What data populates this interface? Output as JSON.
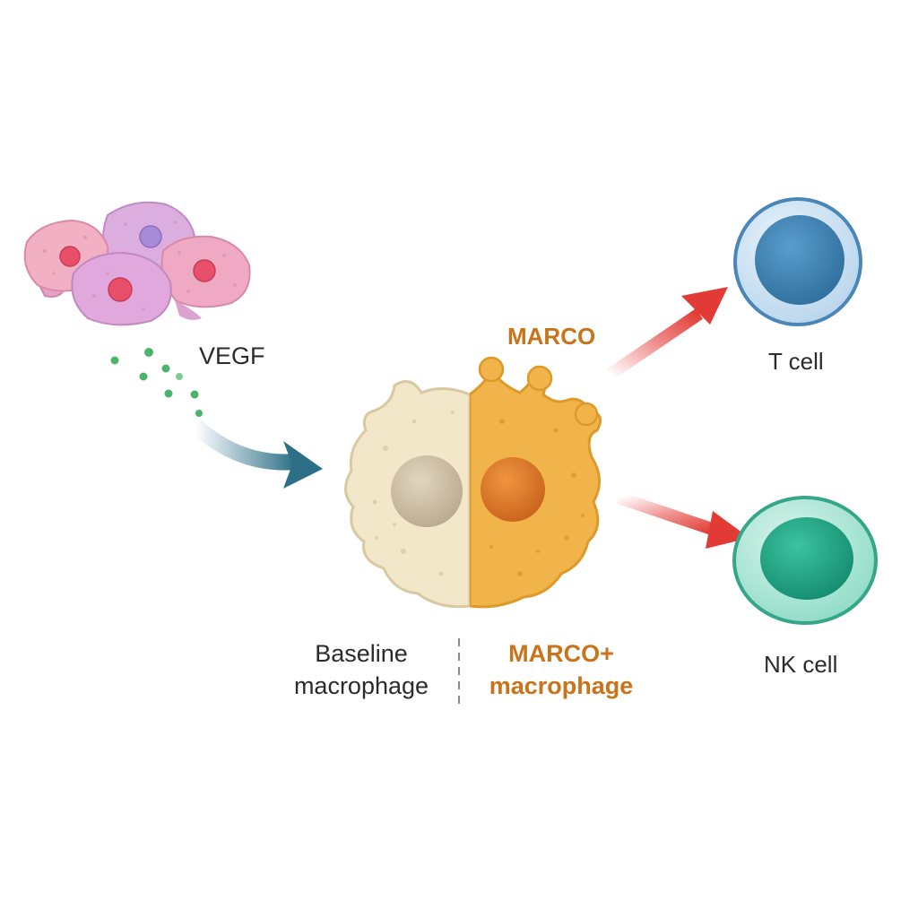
{
  "labels": {
    "vegf": "VEGF",
    "marco": "MARCO",
    "t_cell": "T cell",
    "nk_cell": "NK cell",
    "baseline_line1": "Baseline",
    "baseline_line2": "macrophage",
    "marco_plus_line1": "MARCO+",
    "marco_plus_line2": "macrophage"
  },
  "colors": {
    "tumor_pink": "#f0a8c0",
    "tumor_lilac": "#d9a6dc",
    "tumor_nucleus": "#e8506a",
    "tumor_purple_nucleus": "#a98ad6",
    "vegf_dot": "#4cb46a",
    "arrow_teal": "#2c6f86",
    "baseline_cell": "#f2e7c8",
    "baseline_nucleus": "#cdbfa4",
    "marco_cell": "#f1b44a",
    "marco_nucleus": "#dd7b28",
    "activation_arrow": "#e23b35",
    "t_cell": "#5b9ac7",
    "t_cell_nucleus": "#3c7fae",
    "nk_cell": "#4cc0a4",
    "nk_cell_nucleus": "#1fa484",
    "label_orange": "#c9731a"
  }
}
